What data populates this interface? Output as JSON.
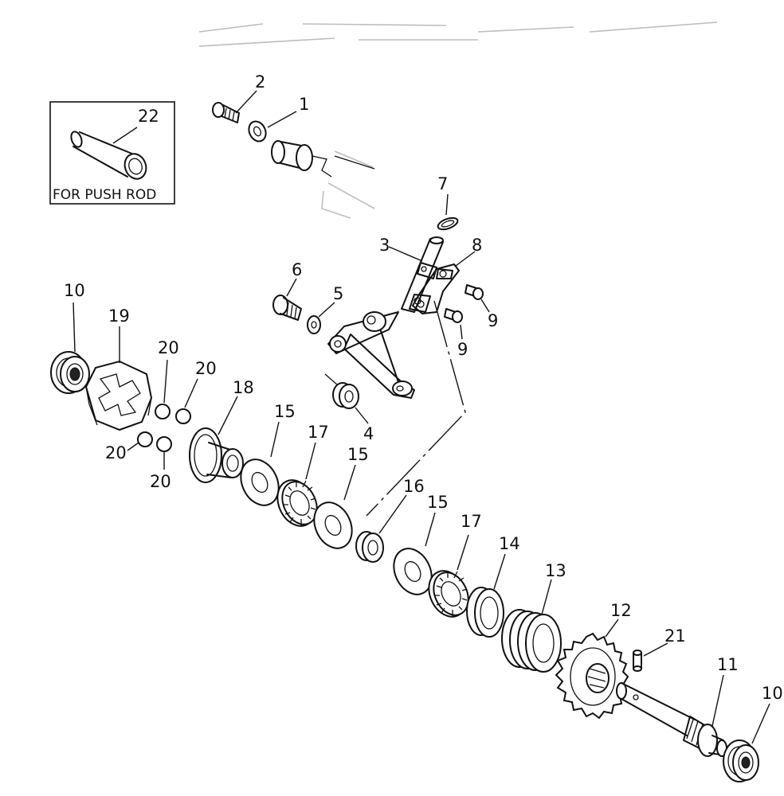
{
  "inset": {
    "callout": "22",
    "label": "FOR PUSH ROD"
  },
  "callouts": {
    "c1": "1",
    "c2": "2",
    "c3": "3",
    "c4": "4",
    "c5": "5",
    "c6": "6",
    "c7": "7",
    "c8": "8",
    "c9a": "9",
    "c9b": "9",
    "c10a": "10",
    "c10b": "10",
    "c11": "11",
    "c12": "12",
    "c13": "13",
    "c14": "14",
    "c15a": "15",
    "c15b": "15",
    "c15c": "15",
    "c16": "16",
    "c17a": "17",
    "c17b": "17",
    "c18": "18",
    "c19": "19",
    "c20a": "20",
    "c20b": "20",
    "c20c": "20",
    "c20d": "20",
    "c21": "21"
  }
}
